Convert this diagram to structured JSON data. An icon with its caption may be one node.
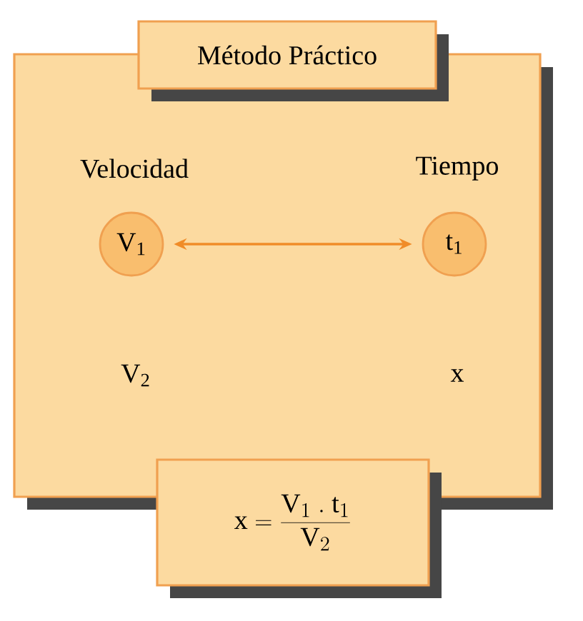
{
  "diagram": {
    "nodes": [
      {
        "text": [],
        "shape": "box"
      },
      {
        "text": [
          "Método Práctico"
        ]
      },
      {
        "text": [
          "V$_{1}$"
        ],
        "beside": [
          "Velocidad"
        ],
        "in": 0
      },
      {
        "text": [
          "t$_{1}$"
        ],
        "beside": [
          "Tiempo"
        ],
        "in": 0
      },
      {
        "text": [
          "\\mathrm{x} = \\frac{\\mathrm{V}_{1}\\ .\\ \\mathrm{t}_{1}}{\\mathrm{V}_{2}}"
        ]
      }
    ],
    "edges": [
      {
        "from": 2,
        "to": 3,
        "arrow": "both"
      }
    ],
    "labels": [
      "V$_{2}$",
      "x"
    ]
  }
}
